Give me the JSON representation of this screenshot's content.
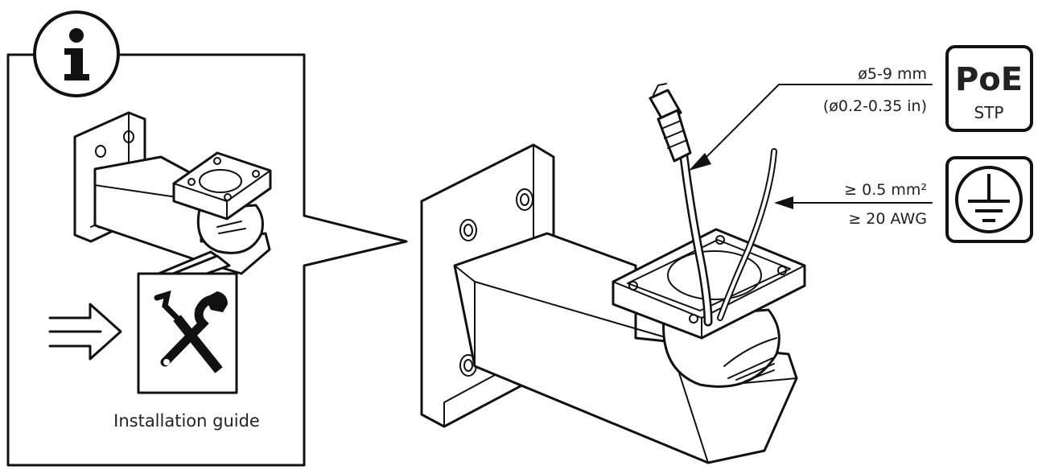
{
  "callout": {
    "info_icon": "info-icon",
    "caption": "Installation guide"
  },
  "cable": {
    "diameter_mm": "ø5-9 mm",
    "diameter_in": "(ø0.2-0.35 in)"
  },
  "ground_wire": {
    "area": "≥ 0.5 mm²",
    "gauge": "≥ 20 AWG"
  },
  "poe_badge": {
    "title": "PoE",
    "subtitle": "STP"
  },
  "ground_badge": {
    "icon": "ground-symbol-icon"
  }
}
